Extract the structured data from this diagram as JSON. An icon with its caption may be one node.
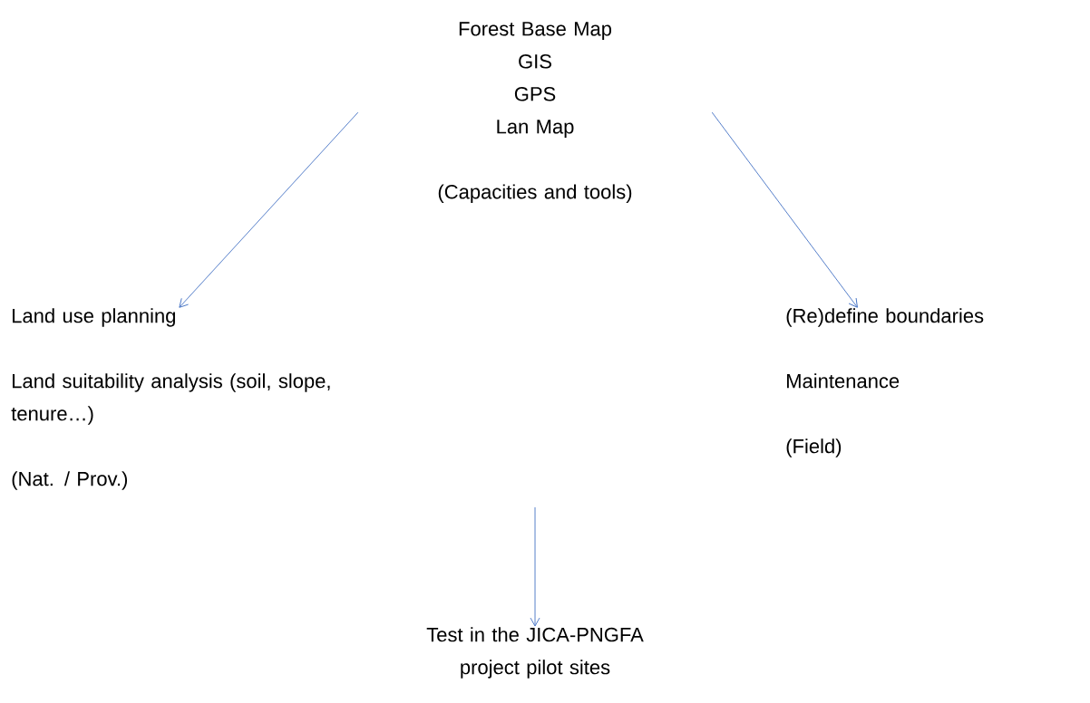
{
  "diagram": {
    "nodes": [
      {
        "text": [
          "Forest Base Map",
          "GIS",
          "GPS",
          "Lan Map",
          "(Capacities and tools)"
        ]
      },
      {
        "text": [
          "Land use planning",
          "Land suitability analysis (soil, slope, tenure…)",
          "(Nat. / Prov.)"
        ]
      },
      {
        "text": [
          "(Re)define boundaries",
          "Maintenance",
          "(Field)"
        ]
      },
      {
        "text": [
          "Test in the JICA-PNGFA project pilot sites"
        ]
      }
    ],
    "edges": [
      {
        "from": 0,
        "to": 1,
        "arrow": "to"
      },
      {
        "from": 0,
        "to": 2,
        "arrow": "to"
      },
      {
        "from": null,
        "to": 3,
        "arrow": "to"
      }
    ]
  }
}
